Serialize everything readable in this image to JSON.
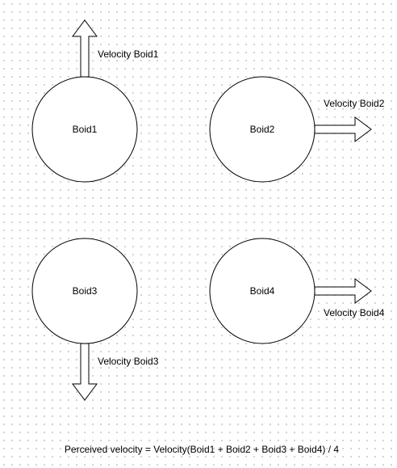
{
  "diagram": {
    "boids": [
      {
        "label": "Boid1",
        "velocity_label": "Velocity Boid1",
        "direction": "up"
      },
      {
        "label": "Boid2",
        "velocity_label": "Velocity Boid2",
        "direction": "right"
      },
      {
        "label": "Boid3",
        "velocity_label": "Velocity Boid3",
        "direction": "down"
      },
      {
        "label": "Boid4",
        "velocity_label": "Velocity Boid4",
        "direction": "right"
      }
    ],
    "formula": "Perceived velocity = Velocity(Boid1 + Boid2 + Boid3 + Boid4) / 4"
  }
}
